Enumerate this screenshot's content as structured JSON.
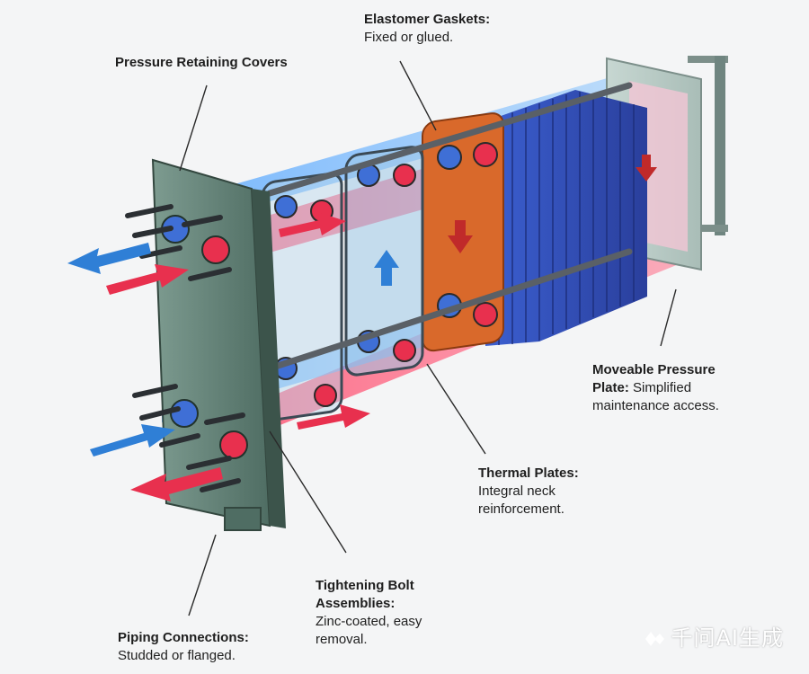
{
  "labels": {
    "covers": {
      "title": "Pressure Retaining Covers"
    },
    "gaskets": {
      "title": "Elastomer Gaskets:",
      "desc": "Fixed or glued."
    },
    "moveable": {
      "title1": "Moveable Pressure",
      "title2": "Plate:",
      "desc1": "Simplified",
      "desc2": "maintenance access."
    },
    "thermal": {
      "title": "Thermal Plates:",
      "desc1": "Integral neck",
      "desc2": "reinforcement."
    },
    "bolts": {
      "title1": "Tightening Bolt",
      "title2": "Assemblies:",
      "desc1": "Zinc-coated, easy",
      "desc2": "removal."
    },
    "piping": {
      "title": "Piping Connections:",
      "desc": "Studded or flanged."
    }
  },
  "watermark": "千问AI生成",
  "colors": {
    "hot": "#e8304e",
    "cold": "#2f7fd6",
    "frame": "#5f7f74",
    "gasket_plate": "#d9692b",
    "plate_pack": "#2f4fb8"
  },
  "icons": [
    "arrow-left-icon",
    "arrow-right-icon",
    "arrow-up-icon",
    "arrow-down-icon",
    "sparkle-logo-icon"
  ]
}
